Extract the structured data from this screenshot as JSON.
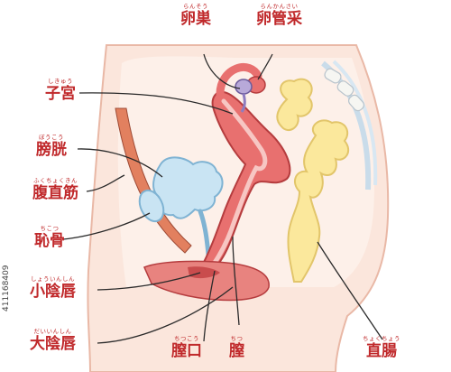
{
  "labels": {
    "ovary": {
      "ruby": "らんそう",
      "text": "卵巣"
    },
    "fallopian_tube": {
      "ruby": "らんかんさい",
      "text": "卵管采"
    },
    "uterus": {
      "ruby": "しきゅう",
      "text": "子宮"
    },
    "bladder": {
      "ruby": "ぼうこう",
      "text": "膀胱"
    },
    "rectus_abdominis": {
      "ruby": "ふくちょくきん",
      "text": "腹直筋"
    },
    "pubic_bone": {
      "ruby": "ちこつ",
      "text": "恥骨"
    },
    "labia_minora": {
      "ruby": "しょういんしん",
      "text": "小陰唇"
    },
    "labia_majora": {
      "ruby": "だいいんしん",
      "text": "大陰唇"
    },
    "vaginal_opening": {
      "ruby": "ちつこう",
      "text": "膣口"
    },
    "vagina": {
      "ruby": "ちつ",
      "text": "膣"
    },
    "rectum": {
      "ruby": "ちょくちょう",
      "text": "直腸"
    }
  },
  "watermark": "411168409",
  "colors": {
    "label_red": "#c0292b",
    "skin": "#fbe6dc",
    "uterus": "#e8706f",
    "bladder": "#c9e4f3",
    "intestine": "#fbe89c",
    "line": "#2a2a2a"
  }
}
